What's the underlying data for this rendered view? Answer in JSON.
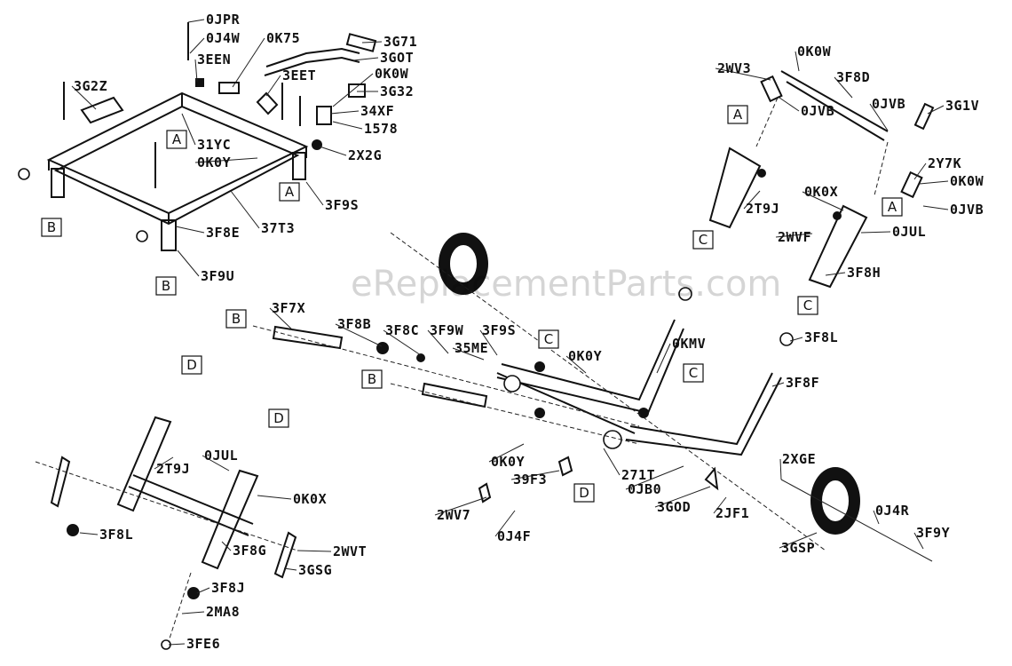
{
  "watermark": "eReplacementParts.com",
  "part_labels": [
    "0JPR",
    "0J4W",
    "0K75",
    "3G71",
    "3GOT",
    "3EEN",
    "3EET",
    "0K0W",
    "3G2Z",
    "3G32",
    "34XF",
    "1578",
    "31YC",
    "0K0Y",
    "2X2G",
    "3F9S",
    "3F8E",
    "37T3",
    "3F9U",
    "2WV3",
    "0K0W",
    "3F8D",
    "0JVB",
    "0JVB",
    "3G1V",
    "2Y7K",
    "0K0W",
    "0K0X",
    "0JVB",
    "2T9J",
    "2WVF",
    "0JUL",
    "3F8H",
    "3F7X",
    "3F8B",
    "3F8C",
    "3F9W",
    "3F9S",
    "35ME",
    "0K0Y",
    "0KMV",
    "3F8L",
    "3F8F",
    "0JUL",
    "0K0X",
    "2T9J",
    "3F8L",
    "3F8G",
    "2WVT",
    "3GSG",
    "3F8J",
    "2MA8",
    "3FE6",
    "0K0Y",
    "39F3",
    "271T",
    "0JB0",
    "3GOD",
    "2JF1",
    "2XGE",
    "2WV7",
    "0J4F",
    "0J4R",
    "3F9Y",
    "3GSP"
  ],
  "ref_letters": [
    "A",
    "A",
    "B",
    "B",
    "A",
    "A",
    "C",
    "C",
    "B",
    "C",
    "B",
    "D",
    "D",
    "C",
    "D"
  ]
}
